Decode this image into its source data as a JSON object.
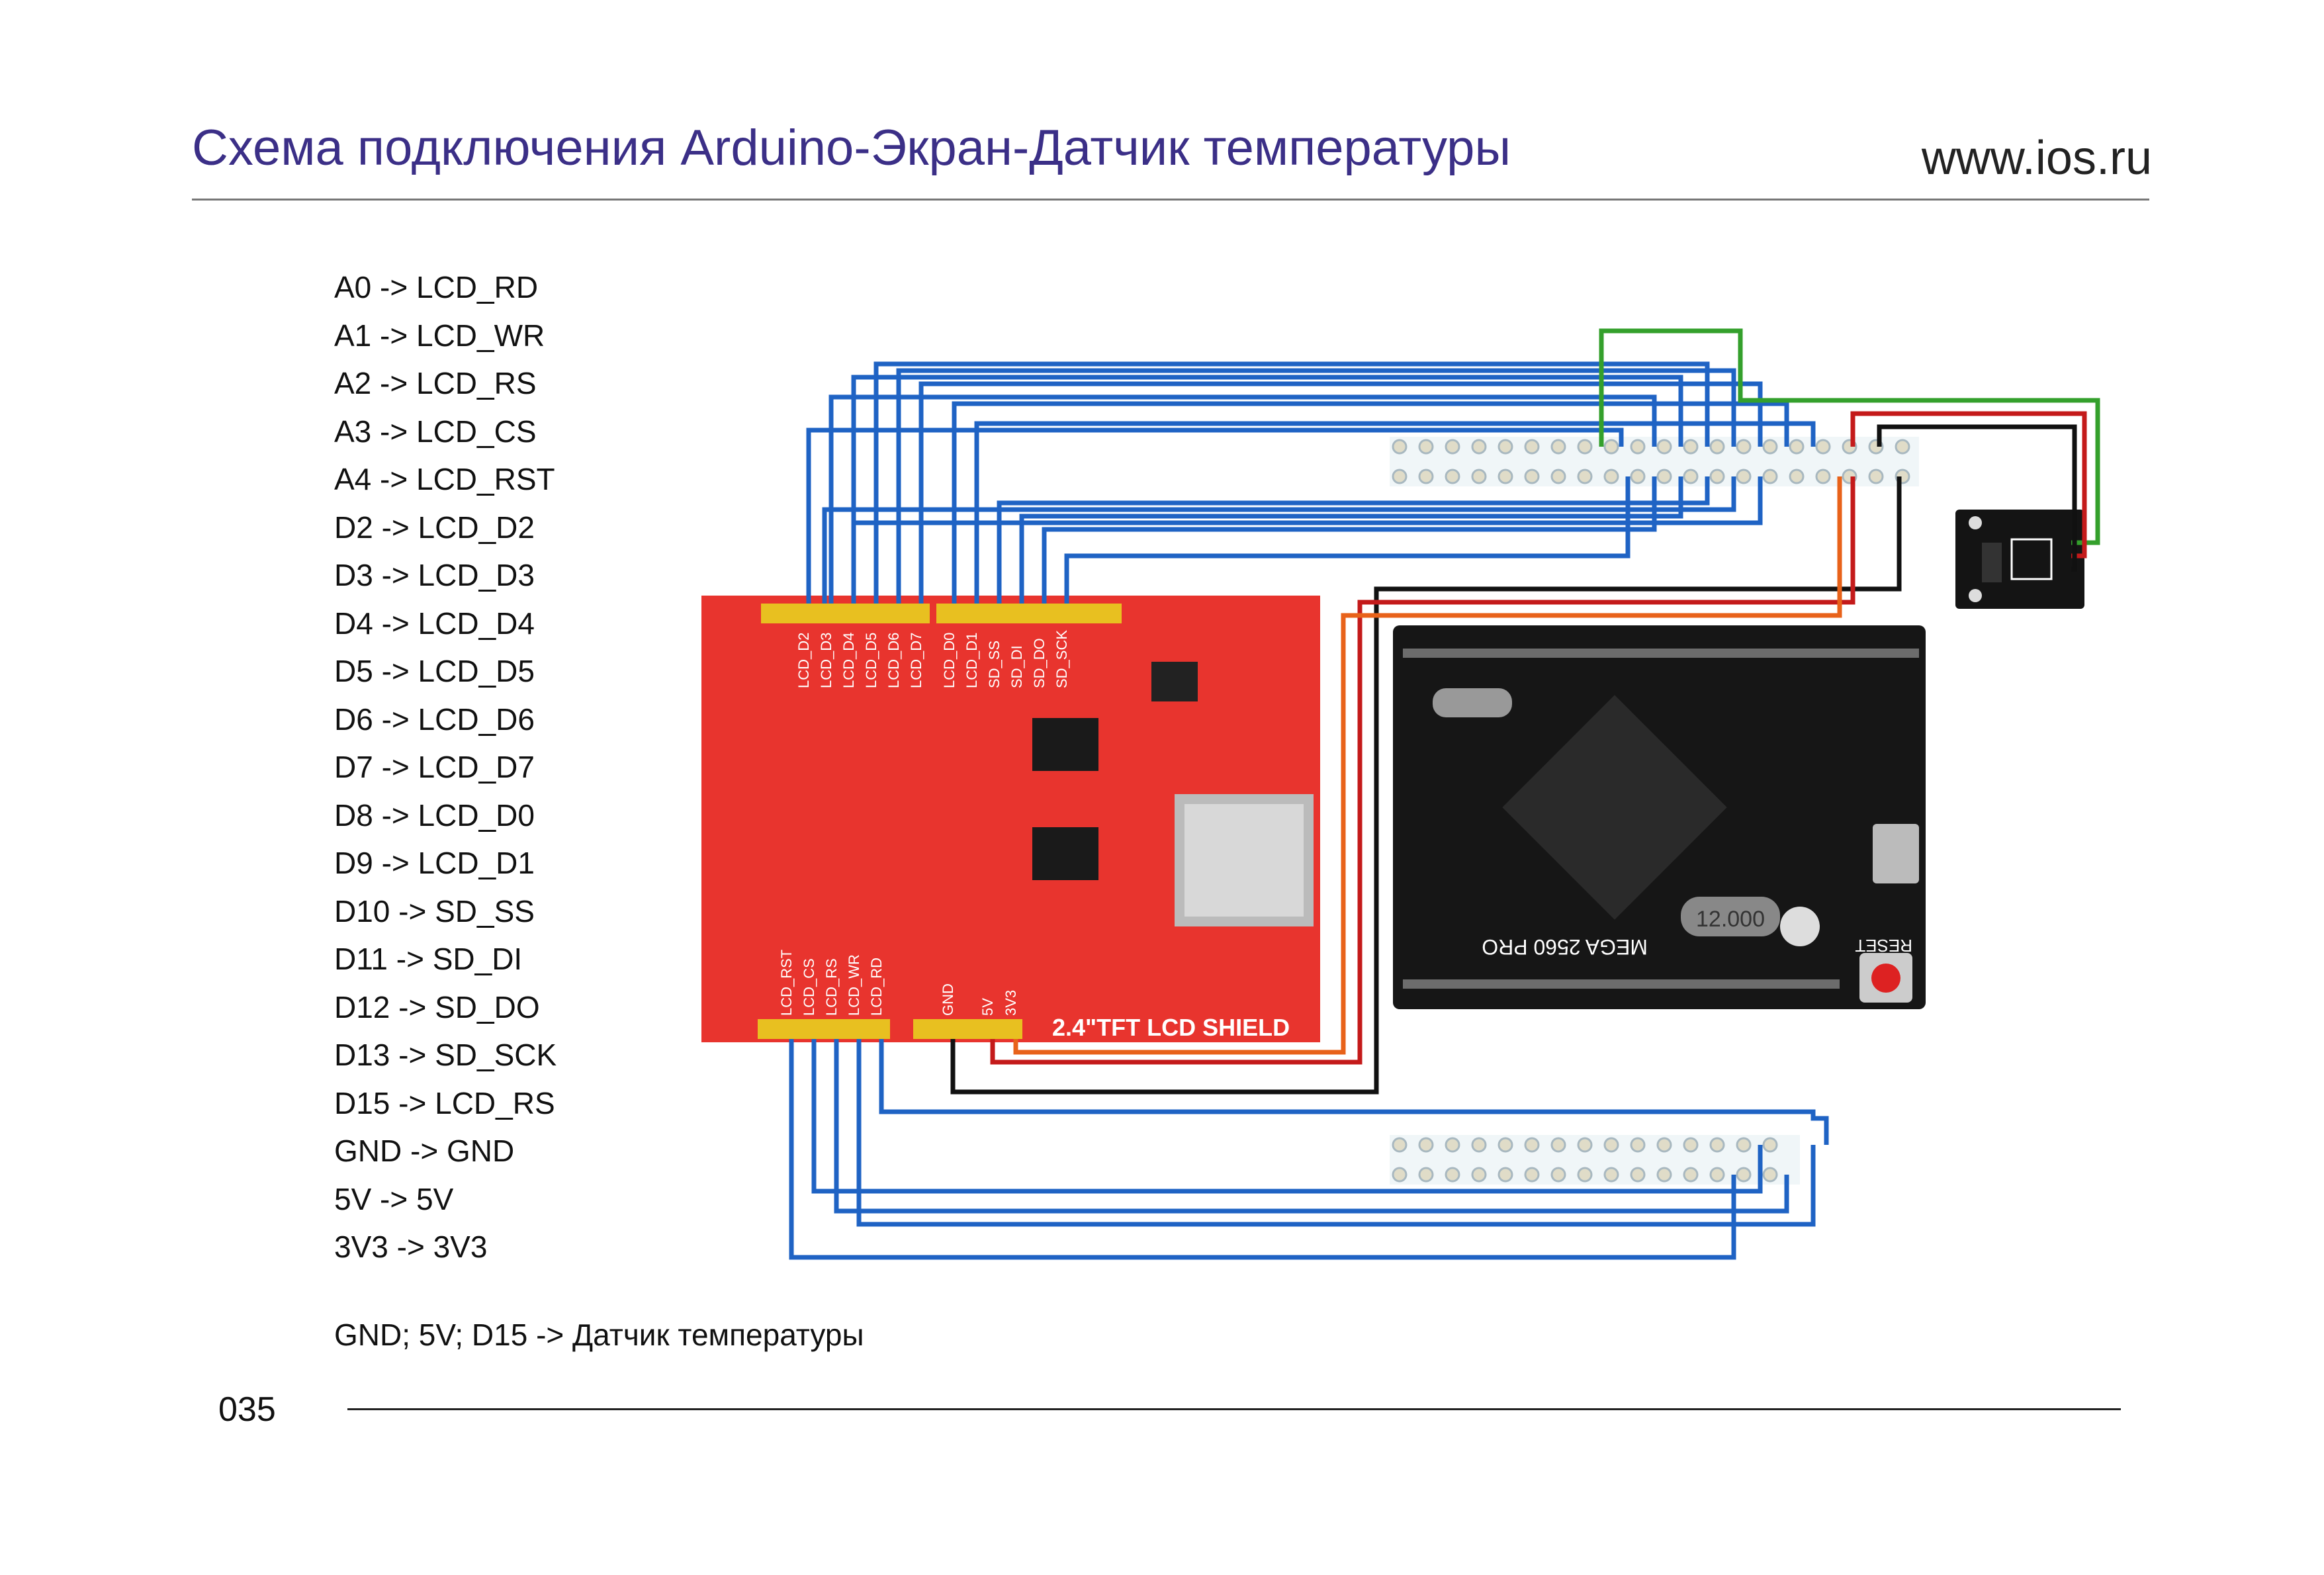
{
  "header": {
    "title": "Схема подключения Arduino-Экран-Датчик температуры",
    "site": "www.ios.ru"
  },
  "connections": [
    "A0 -> LCD_RD",
    "A1 -> LCD_WR",
    "A2 -> LCD_RS",
    "A3 -> LCD_CS",
    "A4 -> LCD_RST",
    "D2 -> LCD_D2",
    "D3 -> LCD_D3",
    "D4 -> LCD_D4",
    "D5 -> LCD_D5",
    "D6 -> LCD_D6",
    "D7 -> LCD_D7",
    "D8 -> LCD_D0",
    "D9 -> LCD_D1",
    "D10 -> SD_SS",
    "D11 -> SD_DI",
    "D12 -> SD_DO",
    "D13 -> SD_SCK",
    "D15 -> LCD_RS",
    "GND -> GND",
    "5V -> 5V",
    "3V3 -> 3V3"
  ],
  "note": "GND; 5V; D15 -> Датчик температуры",
  "page_number": "035",
  "shield": {
    "label": "2.4\"TFT LCD SHIELD",
    "j2_pins": [
      "LCD_D2",
      "LCD_D3",
      "LCD_D4",
      "LCD_D5",
      "LCD_D6",
      "LCD_D7"
    ],
    "j1_pins": [
      "LCD_D0",
      "LCD_D1",
      "SD_SS",
      "SD_DI",
      "SD_DO",
      "SD_SCK"
    ],
    "j3_pins": [
      "LCD_RST",
      "LCD_CS",
      "LCD_RS",
      "LCD_WR",
      "LCD_RD"
    ],
    "j4_pins": [
      "GND",
      "5V",
      "3V3"
    ]
  },
  "board": {
    "label": "MEGA 2560 PRO",
    "crystal": "12.000",
    "reset": "RESET"
  },
  "colors": {
    "title": "#3b2f87",
    "wire_data": "#1f63c4",
    "wire_green": "#34a02c",
    "wire_red": "#c41a1a",
    "wire_orange": "#e8621a",
    "wire_black": "#111111",
    "shield": "#e8342e",
    "board": "#161616"
  }
}
